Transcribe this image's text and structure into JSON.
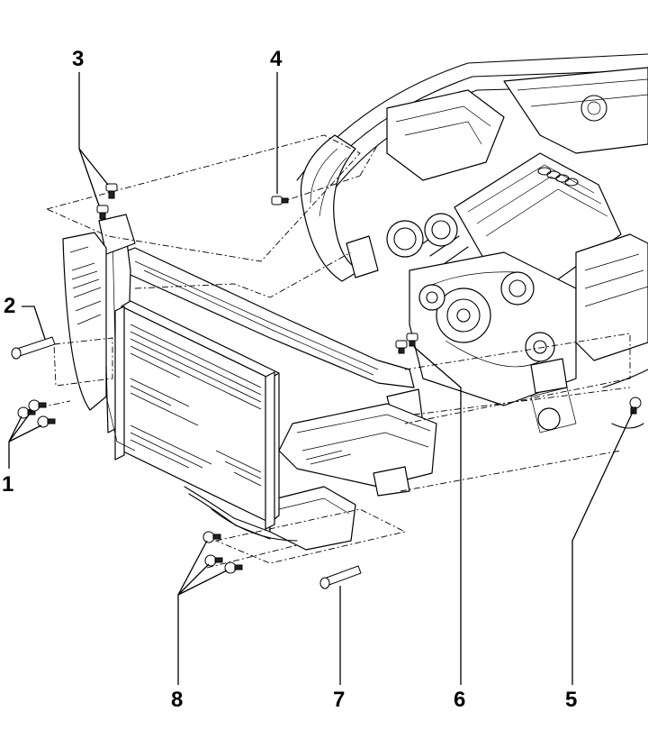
{
  "diagram": {
    "callouts": [
      {
        "id": "1",
        "label": "1"
      },
      {
        "id": "2",
        "label": "2"
      },
      {
        "id": "3",
        "label": "3"
      },
      {
        "id": "4",
        "label": "4"
      },
      {
        "id": "5",
        "label": "5"
      },
      {
        "id": "6",
        "label": "6"
      },
      {
        "id": "7",
        "label": "7"
      },
      {
        "id": "8",
        "label": "8"
      }
    ],
    "parts": [
      {
        "name": "engine-bay",
        "icon": "engine-illustration"
      },
      {
        "name": "lock-carrier",
        "icon": "front-end-carrier-illustration"
      },
      {
        "name": "radiator",
        "icon": "radiator-illustration"
      },
      {
        "name": "left-headlamp",
        "icon": "headlamp-illustration"
      },
      {
        "name": "right-headlamp",
        "icon": "headlamp-illustration"
      },
      {
        "name": "bolts",
        "icon": "bolt-icon"
      }
    ],
    "colors": {
      "line": "#000000",
      "background": "#ffffff"
    }
  }
}
